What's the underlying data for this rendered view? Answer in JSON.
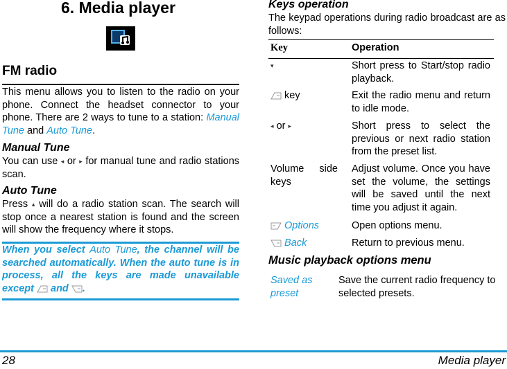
{
  "chapter": {
    "title": "6. Media player",
    "icon": "media-player-icon"
  },
  "fm": {
    "heading": "FM radio",
    "intro": "This menu allows you to listen to the radio on your phone.  Connect the headset connector to your phone.  There are 2 ways to tune to a station: ",
    "link_manual": "Manual Tune",
    "and": " and ",
    "link_auto": "Auto Tune",
    "end": "."
  },
  "manual": {
    "heading": "Manual Tune",
    "pre": "You can use ",
    "or": " or ",
    "post": " for manual tune and radio stations scan."
  },
  "auto": {
    "heading": "Auto Tune",
    "pre": "Press ",
    "post": " will do a radio station scan.  The search will stop once a nearest station is found and the screen will show the frequency where it stops."
  },
  "note": {
    "pre": "When you select ",
    "auto": "Auto Tune",
    "post": ", the channel will be searched automatically. When the auto tune is in process, all the keys are made unavailable except ",
    "and": " and ",
    "end": "."
  },
  "keys": {
    "heading": "Keys operation",
    "intro": "The keypad operations during radio broadcast are as follows:",
    "col_key": "Key",
    "col_op": "Operation",
    "rows": [
      {
        "key": "",
        "op": "Short press to Start/stop radio playback."
      },
      {
        "key": "key",
        "op": "Exit the radio menu and return to idle mode."
      },
      {
        "key": "or",
        "op": "Short press to select the previous or  next radio station from the preset list."
      },
      {
        "key": "Volume side keys",
        "op": "Adjust volume. Once you have set the volume, the settings will be saved until the next time you adjust it again."
      },
      {
        "key": "Options",
        "op": "Open options menu."
      },
      {
        "key": "Back",
        "op": "Return to previous menu."
      }
    ]
  },
  "music": {
    "heading": "Music playback options menu",
    "rows": [
      {
        "key": "Saved as preset",
        "op": "Save the current radio frequency to selected presets."
      }
    ]
  },
  "footer": {
    "page": "28",
    "section": "Media player"
  },
  "colors": {
    "accent": "#1a9ad6"
  }
}
